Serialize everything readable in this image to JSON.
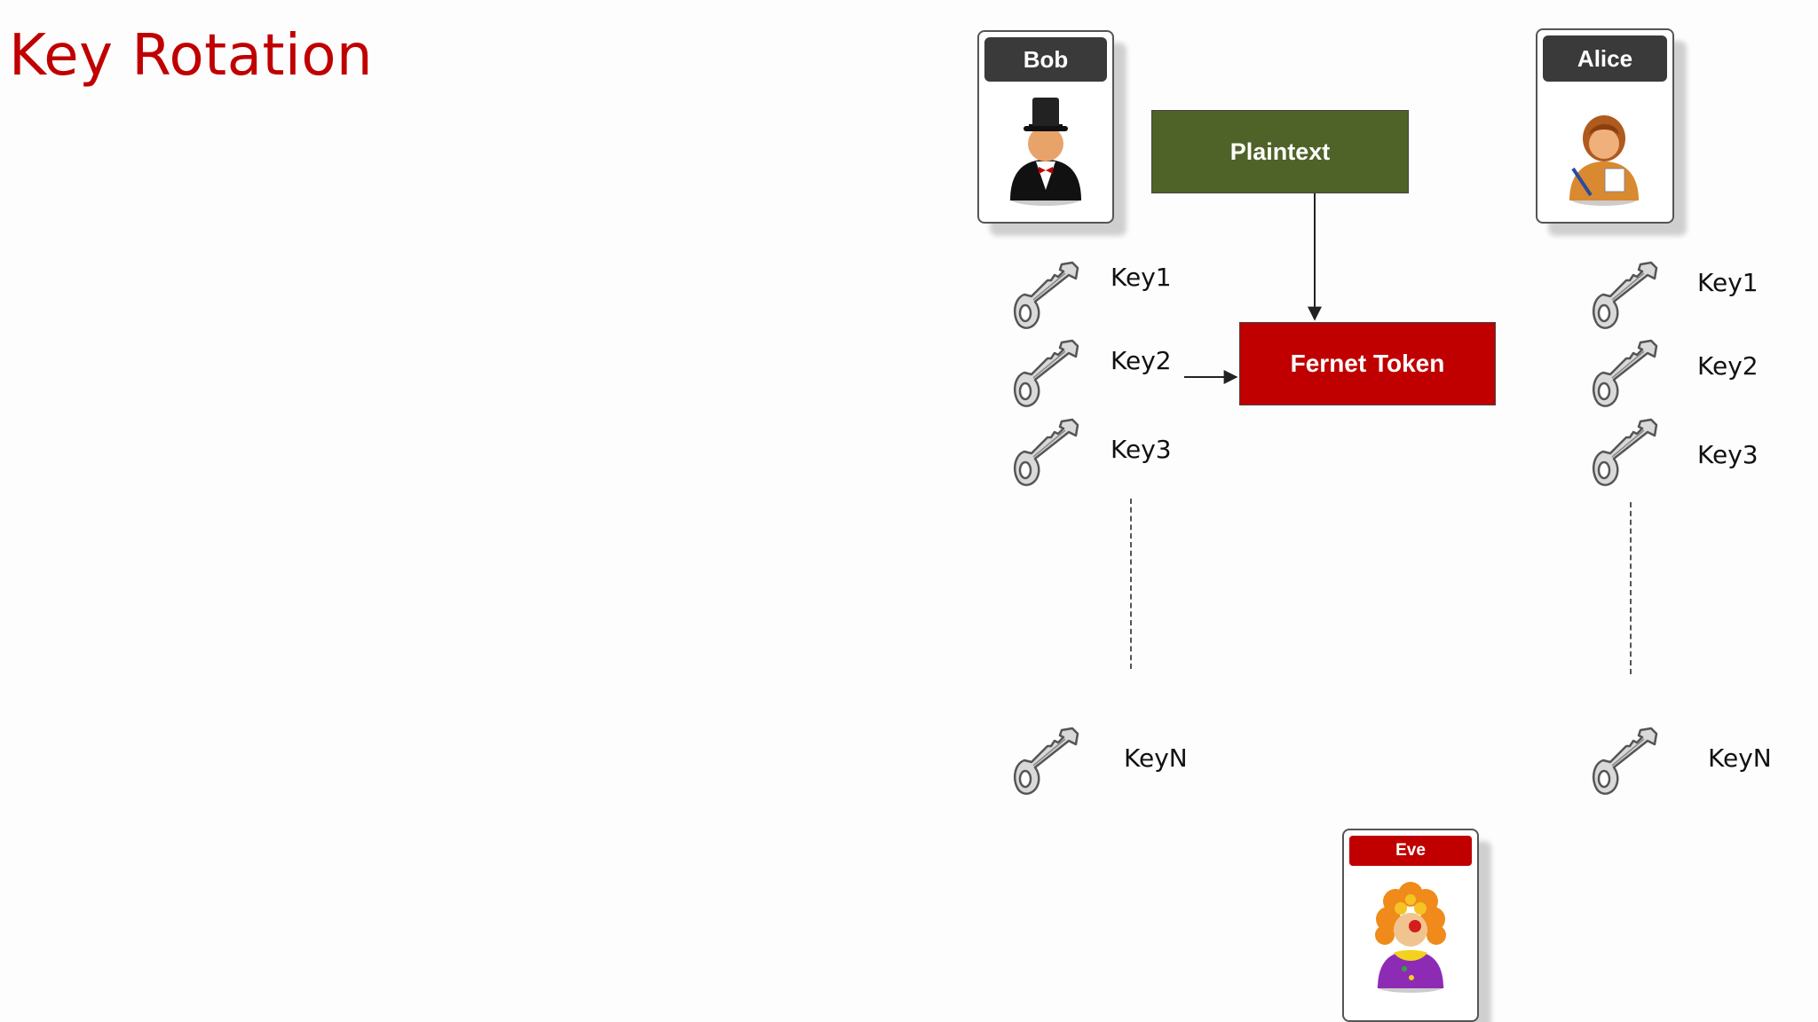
{
  "slide": {
    "title": "Key Rotation"
  },
  "parties": {
    "bob": {
      "name": "Bob"
    },
    "alice": {
      "name": "Alice"
    },
    "eve": {
      "name": "Eve"
    }
  },
  "boxes": {
    "plaintext": "Plaintext",
    "fernet_token": "Fernet Token"
  },
  "bob_keys": [
    "Key1",
    "Key2",
    "Key3",
    "KeyN"
  ],
  "alice_keys": [
    "Key1",
    "Key2",
    "Key3",
    "KeyN"
  ],
  "colors": {
    "title": "#c00000",
    "plaintext_box": "#4f6228",
    "fernet_box": "#c00000",
    "name_bar_dark": "#3a3a3a",
    "name_bar_eve": "#c00000"
  },
  "icons": {
    "bob_avatar": "man-top-hat-icon",
    "alice_avatar": "woman-writing-icon",
    "eve_avatar": "clown-icon",
    "key": "key-icon"
  }
}
